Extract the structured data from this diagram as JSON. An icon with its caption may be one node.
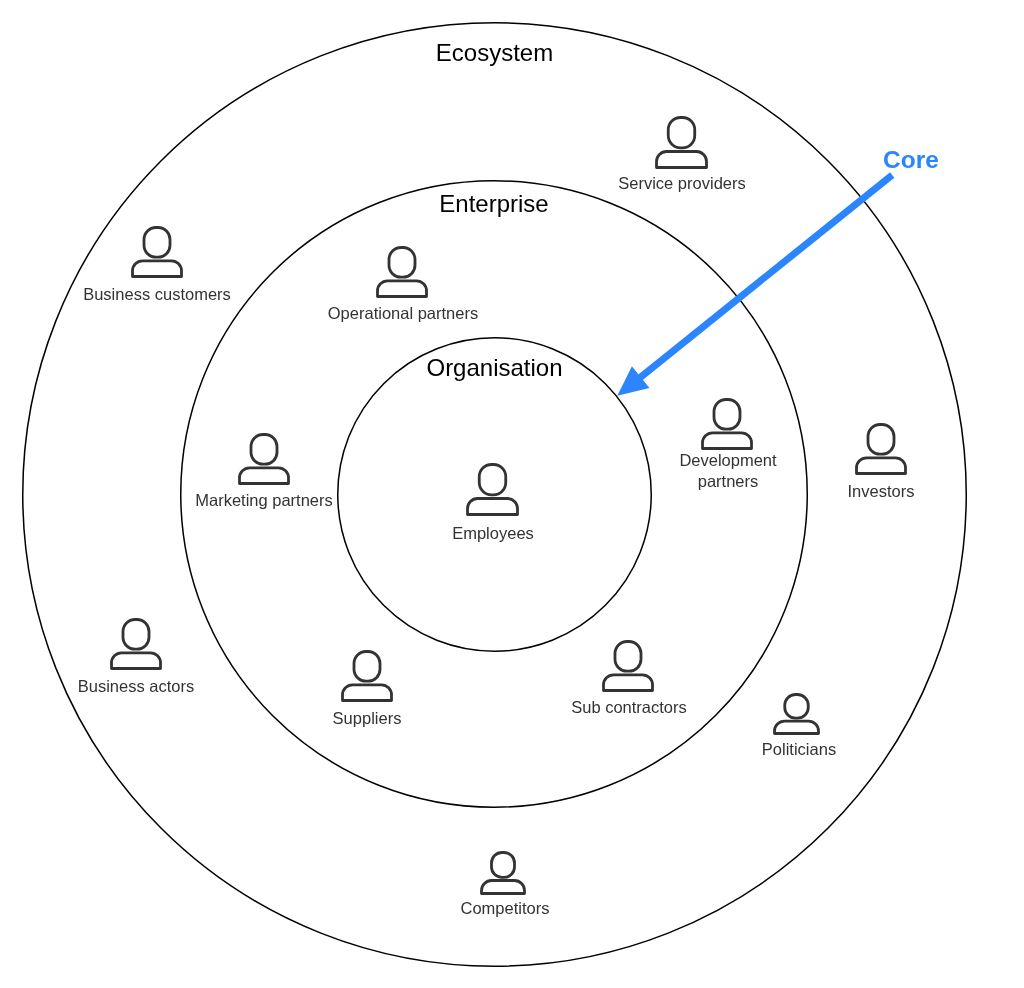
{
  "diagram": {
    "nodes": [
      {
        "text": [
          "Ecosystem"
        ]
      },
      {
        "text": [
          "Core"
        ]
      },
      {
        "text": [],
        "shape": "person",
        "beside": [
          "Service providers"
        ],
        "in": 0
      },
      {
        "text": [
          "Enterprise"
        ],
        "in": 0
      },
      {
        "text": [],
        "shape": "person",
        "beside": [
          "Business customers"
        ],
        "in": 0
      },
      {
        "text": [],
        "shape": "person",
        "beside": [
          "Operational partners"
        ],
        "in": 3
      },
      {
        "text": [
          "Organisation"
        ],
        "in": 3
      },
      {
        "text": [],
        "shape": "person",
        "beside": [
          "Development partners"
        ],
        "in": 3
      },
      {
        "text": [],
        "shape": "person",
        "beside": [
          "Marketing partners"
        ],
        "in": 3
      },
      {
        "text": [],
        "shape": "person",
        "beside": [
          "Employees"
        ],
        "in": 6
      },
      {
        "text": [],
        "shape": "person",
        "beside": [
          "Investors"
        ],
        "in": 0
      },
      {
        "text": [],
        "shape": "person",
        "beside": [
          "Business actors"
        ],
        "in": 0
      },
      {
        "text": [],
        "shape": "person",
        "beside": [
          "Suppliers"
        ],
        "in": 3
      },
      {
        "text": [],
        "shape": "person",
        "beside": [
          "Sub contractors"
        ],
        "in": 3
      },
      {
        "text": [],
        "shape": "person",
        "beside": [
          "Politicians"
        ],
        "in": 0
      },
      {
        "text": [],
        "shape": "person",
        "beside": [
          "Competitors"
        ],
        "in": 0
      }
    ],
    "edges": [
      {
        "from": 1,
        "to": 6,
        "arrow": "to",
        "color": "#2a85ff"
      }
    ]
  }
}
